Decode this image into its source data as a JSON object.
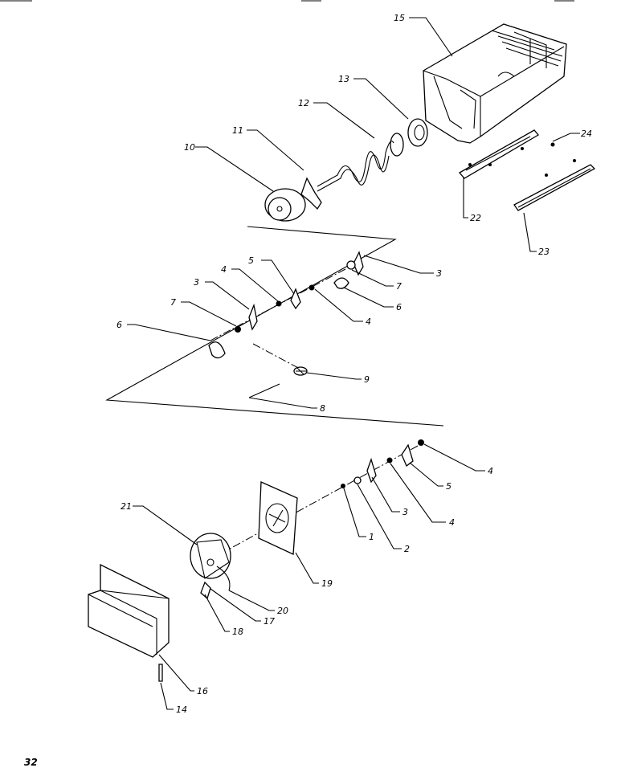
{
  "page": {
    "number": "32"
  },
  "callouts": {
    "c1": "1",
    "c2": "2",
    "c3a": "3",
    "c3b": "3",
    "c3c": "3",
    "c4a": "4",
    "c4b": "4",
    "c4c": "4",
    "c4d": "4",
    "c5a": "5",
    "c5b": "5",
    "c6a": "6",
    "c6b": "6",
    "c7a": "7",
    "c7b": "7",
    "c8": "8",
    "c9": "9",
    "c10": "10",
    "c11": "11",
    "c12": "12",
    "c13": "13",
    "c14": "14",
    "c15": "15",
    "c16": "16",
    "c17": "17",
    "c18": "18",
    "c19": "19",
    "c20": "20",
    "c21": "21",
    "c22": "22",
    "c23": "23",
    "c24": "24"
  }
}
